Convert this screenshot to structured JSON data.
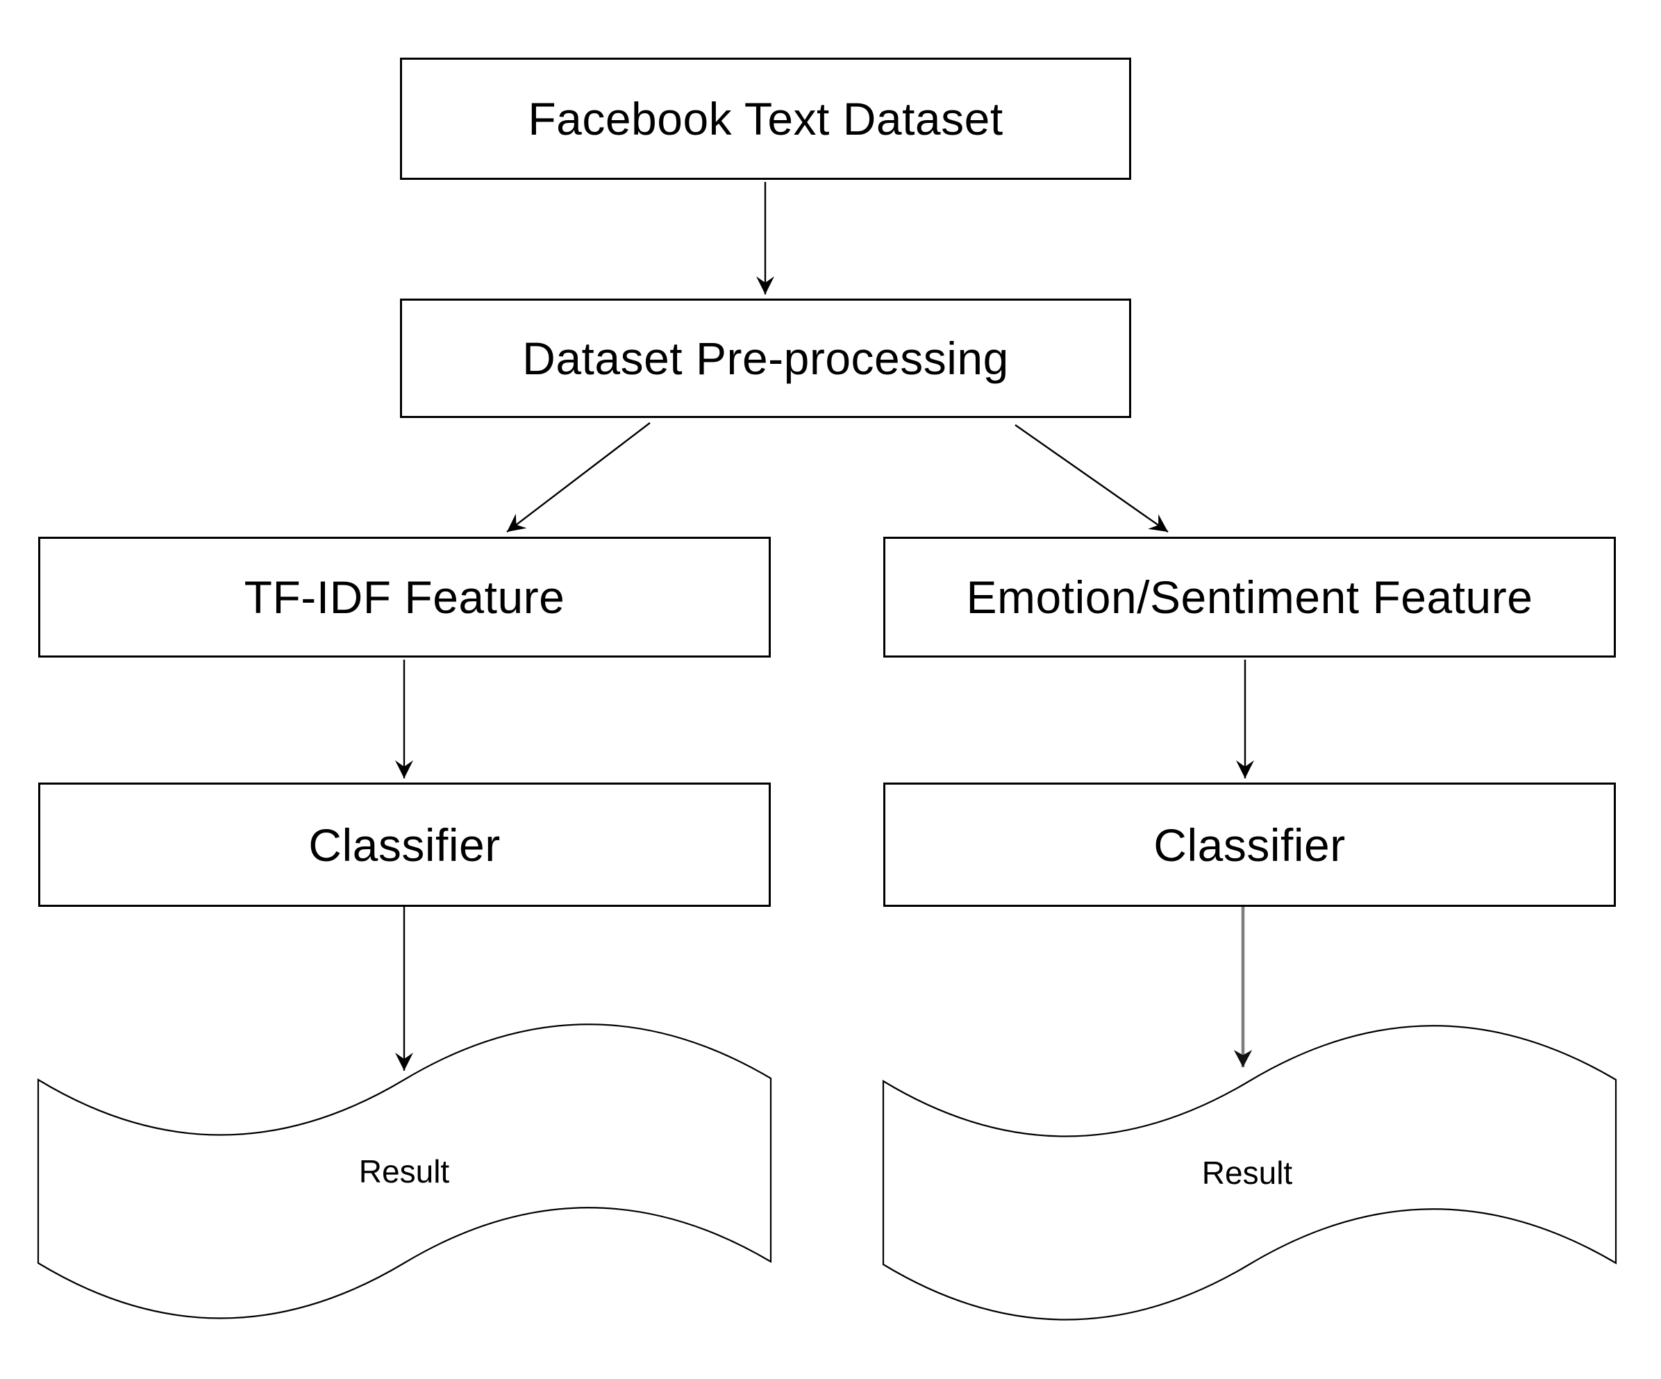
{
  "diagram": {
    "type": "flowchart",
    "background_color": "#ffffff",
    "line_color": "#000000",
    "secondary_arrow_color": "#7d7d7d",
    "nodes": {
      "facebook_text_dataset": {
        "label": "Facebook Text Dataset",
        "shape": "rectangle"
      },
      "dataset_preprocessing": {
        "label": "Dataset Pre-processing",
        "shape": "rectangle"
      },
      "tfidf_feature": {
        "label": "TF-IDF Feature",
        "shape": "rectangle"
      },
      "emotion_sentiment_feature": {
        "label": "Emotion/Sentiment Feature",
        "shape": "rectangle"
      },
      "classifier_left": {
        "label": "Classifier",
        "shape": "rectangle"
      },
      "classifier_right": {
        "label": "Classifier",
        "shape": "rectangle"
      },
      "result_left": {
        "label": "Result",
        "shape": "tape"
      },
      "result_right": {
        "label": "Result",
        "shape": "tape"
      }
    },
    "edges": [
      {
        "from": "facebook_text_dataset",
        "to": "dataset_preprocessing",
        "style": "thin-black-arrow"
      },
      {
        "from": "dataset_preprocessing",
        "to": "tfidf_feature",
        "style": "thin-black-arrow"
      },
      {
        "from": "dataset_preprocessing",
        "to": "emotion_sentiment_feature",
        "style": "thin-black-arrow"
      },
      {
        "from": "tfidf_feature",
        "to": "classifier_left",
        "style": "thin-black-arrow"
      },
      {
        "from": "emotion_sentiment_feature",
        "to": "classifier_right",
        "style": "thin-black-arrow"
      },
      {
        "from": "classifier_left",
        "to": "result_left",
        "style": "thin-black-arrow"
      },
      {
        "from": "classifier_right",
        "to": "result_right",
        "style": "thick-gray-arrow"
      }
    ]
  }
}
